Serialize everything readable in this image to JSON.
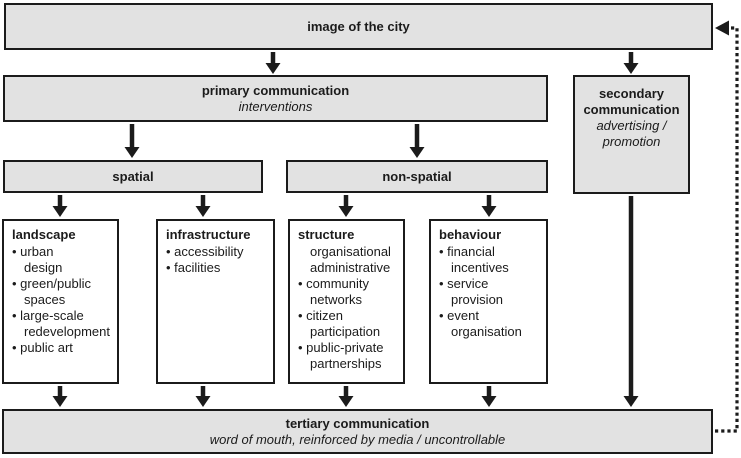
{
  "colors": {
    "box_fill": "#e2e2e2",
    "detail_fill": "#ffffff",
    "line": "#1b1b1b",
    "background": "#ffffff"
  },
  "boxes": {
    "image_of_city": {
      "title": "image of the city"
    },
    "primary": {
      "title": "primary communication",
      "subtitle": "interventions"
    },
    "secondary": {
      "title": "secondary communication",
      "subtitle": "advertising / promotion"
    },
    "spatial": {
      "title": "spatial"
    },
    "non_spatial": {
      "title": "non-spatial"
    },
    "landscape": {
      "title": "landscape",
      "items": [
        "urban design",
        "green/public spaces",
        "large-scale redevelopment",
        "public art"
      ]
    },
    "infrastructure": {
      "title": "infrastructure",
      "items": [
        "accessibility",
        "facilities"
      ]
    },
    "structure": {
      "title": "structure",
      "lead": "organisational administrative",
      "items": [
        "community networks",
        "citizen participation",
        "public-private partnerships"
      ]
    },
    "behaviour": {
      "title": "behaviour",
      "items": [
        "financial incentives",
        "service provision",
        "event organisation"
      ]
    },
    "tertiary": {
      "title": "tertiary communication",
      "subtitle": "word of mouth, reinforced by media / uncontrollable"
    }
  }
}
